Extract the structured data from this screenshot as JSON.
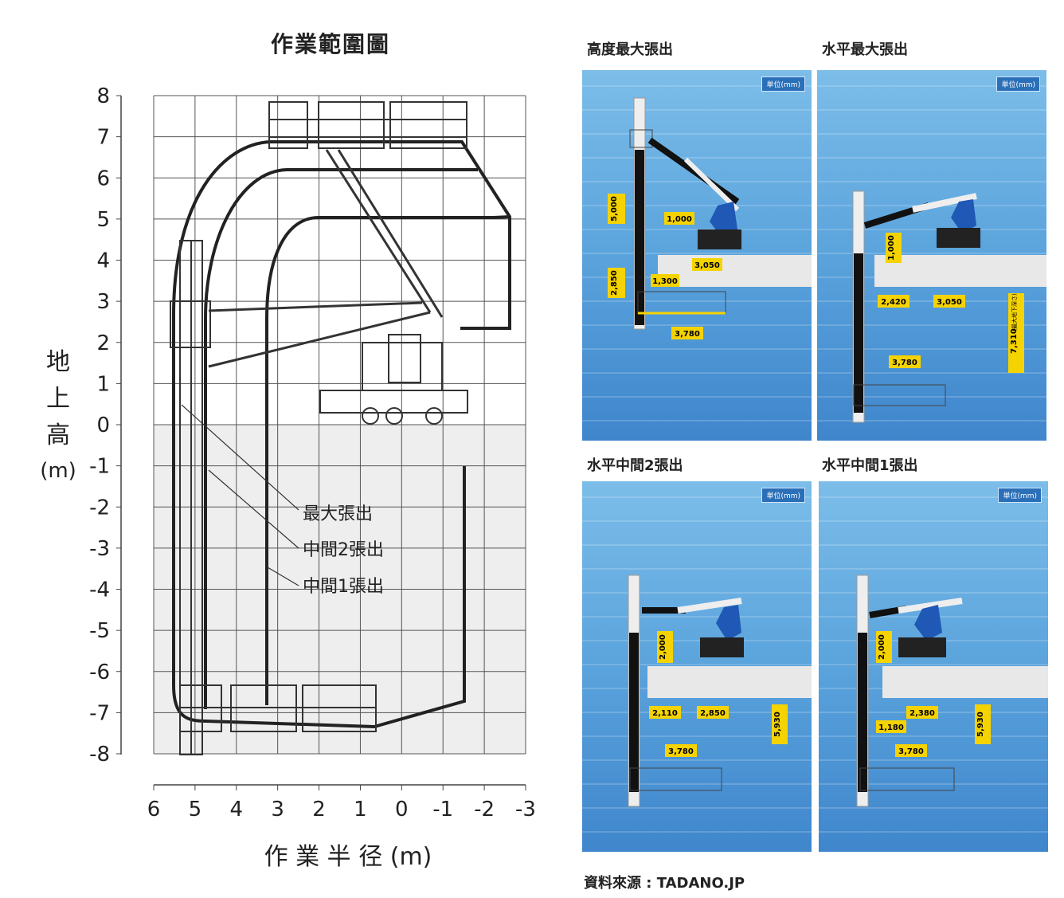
{
  "main_chart": {
    "title": "作業範圍圖",
    "y_axis_label_chars": [
      "地",
      "上",
      "高",
      "(m)"
    ],
    "x_axis_label": "作 業 半 径 (m)",
    "y_ticks": [
      "8",
      "7",
      "6",
      "5",
      "4",
      "3",
      "2",
      "1",
      "0",
      "-1",
      "-2",
      "-3",
      "-4",
      "-5",
      "-6",
      "-7",
      "-8"
    ],
    "x_ticks": [
      "6",
      "5",
      "4",
      "3",
      "2",
      "1",
      "0",
      "-1",
      "-2",
      "-3"
    ],
    "legend": [
      "最大張出",
      "中間2張出",
      "中間1張出"
    ]
  },
  "panels": [
    {
      "title": "高度最大張出",
      "unit": "単位(mm)",
      "dims": [
        "5,000",
        "2,850",
        "1,000",
        "3,050",
        "1,300",
        "3,780"
      ]
    },
    {
      "title": "水平最大張出",
      "unit": "単位(mm)",
      "dims": [
        "1,000",
        "2,420",
        "3,050",
        "3,780",
        "7,310",
        "(最大地下深さ)"
      ]
    },
    {
      "title": "水平中間2張出",
      "unit": "単位(mm)",
      "dims": [
        "2,000",
        "2,110",
        "2,850",
        "3,780",
        "5,930"
      ]
    },
    {
      "title": "水平中間1張出",
      "unit": "単位(mm)",
      "dims": [
        "2,000",
        "2,380",
        "1,180",
        "3,780",
        "5,930"
      ]
    }
  ],
  "source": "資料來源 : TADANO.JP",
  "colors": {
    "grid": "#444444",
    "ground": "#eeeeee",
    "panel_blue": "#5aa3dc",
    "label_yellow": "#f5d300",
    "boom": "#1a1a1a"
  }
}
